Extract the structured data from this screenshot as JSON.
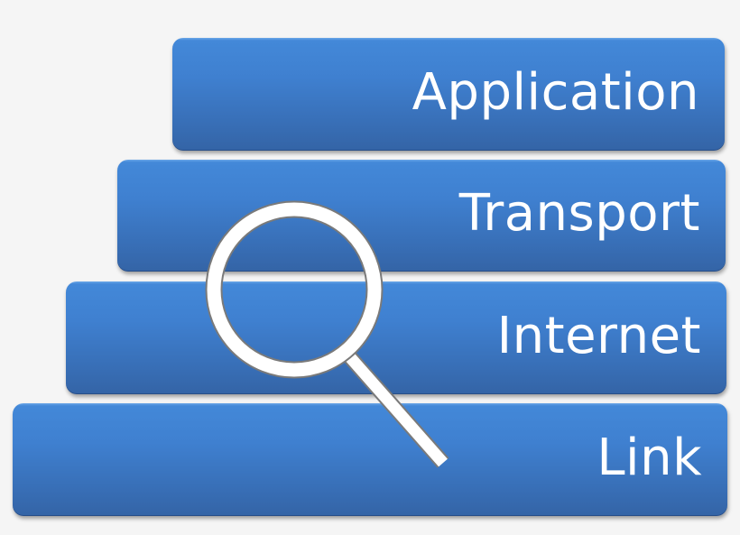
{
  "diagram": {
    "type": "layered-stack",
    "layers": [
      {
        "label": "Application",
        "order": 1
      },
      {
        "label": "Transport",
        "order": 2
      },
      {
        "label": "Internet",
        "order": 3
      },
      {
        "label": "Link",
        "order": 4
      }
    ],
    "overlay_icon": "magnifying-glass-icon",
    "colors": {
      "layer_top": "#4388d8",
      "layer_bottom": "#3464a6",
      "text": "#ffffff",
      "background": "#f5f5f5",
      "icon_fill": "#ffffff",
      "icon_stroke": "#7a7a7a"
    }
  }
}
